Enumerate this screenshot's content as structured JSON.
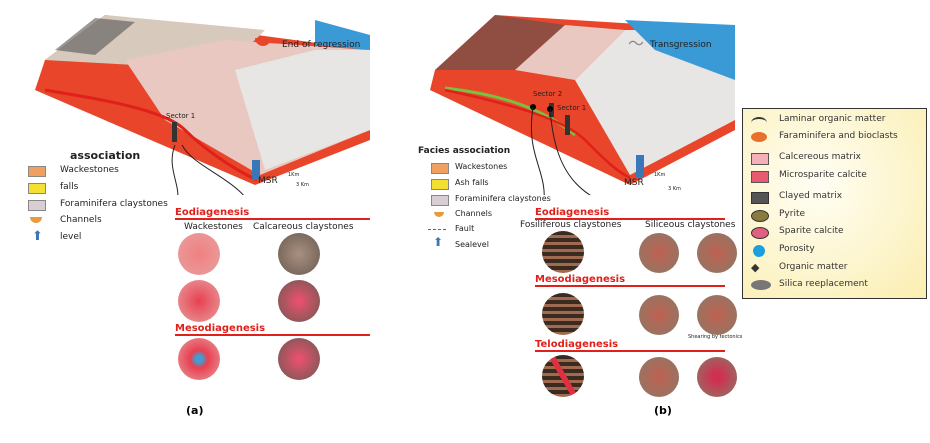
{
  "panel_a": {
    "caption": "(a)",
    "stage": "End of regression",
    "sector": "Sector 1",
    "msr": "MSR",
    "scale_v": "1Km",
    "scale_h": "3 Km",
    "legend_title": "association",
    "legend": [
      "Wackestones",
      "falls",
      "Foraminifera claystones",
      "Channels",
      "level"
    ],
    "eodiagenesis": "Eodiagenesis",
    "mesodiagenesis": "Mesodiagenesis",
    "columns": [
      "Wackestones",
      "Calcareous claystones"
    ]
  },
  "panel_b": {
    "caption": "(b)",
    "stage": "Transgression",
    "sector1": "Sector 1",
    "sector2": "Sector 2",
    "msr": "MSR",
    "scale_v": "1Km",
    "scale_h": "3 Km",
    "legend_title": "Facies association",
    "legend": [
      "Wackestones",
      "Ash falls",
      "Foraminifera claystones",
      "Channels",
      "Fault",
      "Sealevel"
    ],
    "eodiagenesis": "Eodiagenesis",
    "mesodiagenesis": "Mesodiagenesis",
    "telodiagenesis": "Telodiagenesis",
    "columns": [
      "Fosiliferous claystones",
      "Siliceous claystones"
    ],
    "note": "Shearing by tectonics"
  },
  "component_legend": [
    "Laminar organic matter",
    "Faraminifera and bioclasts",
    "Calcereous matrix",
    "Microsparite calcite",
    "Clayed matrix",
    "Pyrite",
    "Sparite calcite",
    "Porosity",
    "Organic matter",
    "Silica reeplacement"
  ],
  "colors": {
    "red": "#e0201a",
    "sea": "#3a9ad6",
    "basin": "#e8452a"
  }
}
